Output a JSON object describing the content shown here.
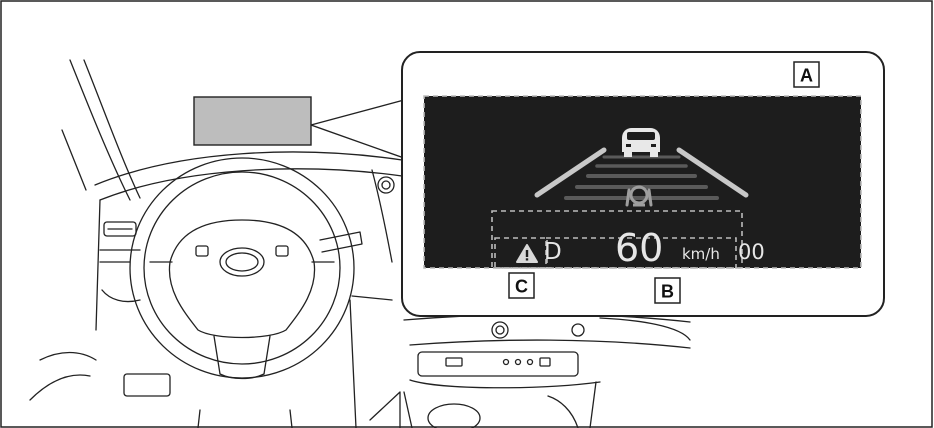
{
  "hud": {
    "gear": "D",
    "speed": "60",
    "unit": "km/h",
    "extra": "00"
  },
  "callouts": {
    "a": "A",
    "b": "B",
    "c": "C"
  },
  "colors": {
    "hud_background": "#1d1d1d",
    "projection_area": "#bdbdbd",
    "line": "#222222"
  }
}
